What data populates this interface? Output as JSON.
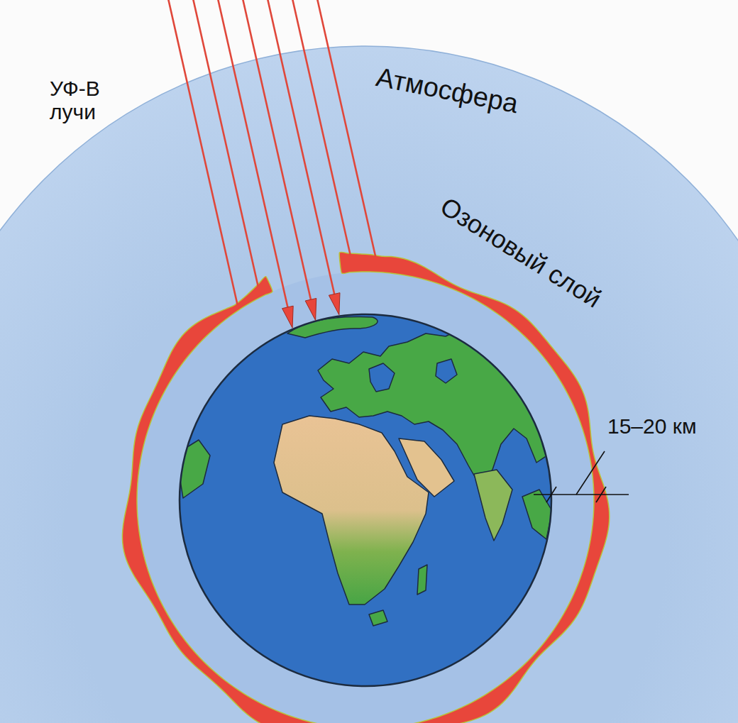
{
  "diagram": {
    "labels": [
      "УФ-В лучи",
      "Атмосфера",
      "Озоновый слой",
      "15–20 км"
    ]
  }
}
